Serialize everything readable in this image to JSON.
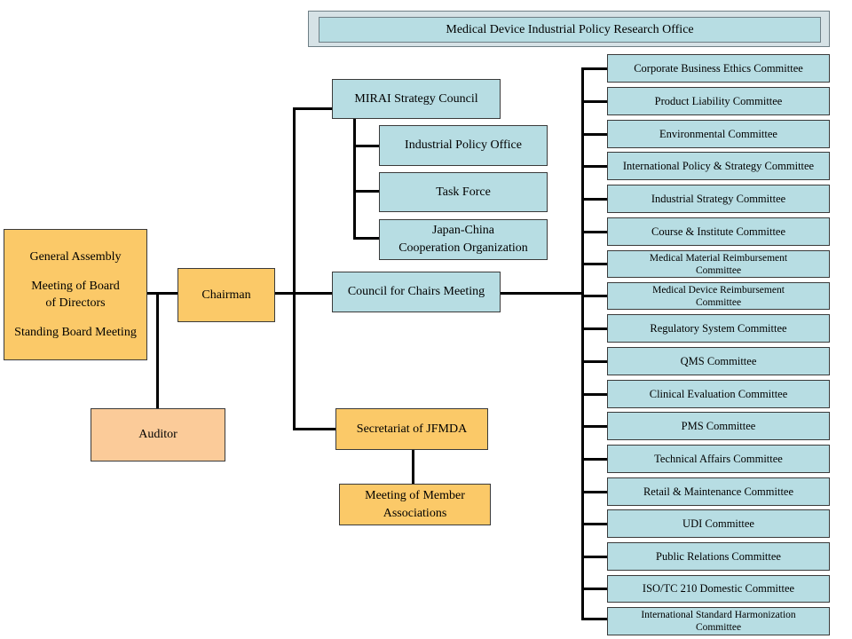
{
  "banner": "Medical Device Industrial Policy Research Office",
  "governance": {
    "line1": "General Assembly",
    "line2a": "Meeting of Board",
    "line2b": "of Directors",
    "line3": "Standing Board Meeting"
  },
  "auditor": "Auditor",
  "chairman": "Chairman",
  "mirai": "MIRAI Strategy Council",
  "mirai_children": {
    "industrial_policy_office": "Industrial Policy Office",
    "task_force": "Task Force",
    "japan_china_a": "Japan-China",
    "japan_china_b": "Cooperation Organization"
  },
  "council": "Council for Chairs Meeting",
  "secretariat": "Secretariat of JFMDA",
  "member_assoc_a": "Meeting of Member",
  "member_assoc_b": "Associations",
  "committees": [
    "Corporate Business Ethics Committee",
    "Product Liability Committee",
    "Environmental Committee",
    "International Policy & Strategy Committee",
    "Industrial Strategy Committee",
    "Course & Institute Committee",
    "Medical Material Reimbursement Committee",
    "Medical Device Reimbursement Committee",
    "Regulatory System Committee",
    "QMS Committee",
    "Clinical Evaluation Committee",
    "PMS Committee",
    "Technical Affairs Committee",
    "Retail & Maintenance Committee",
    "UDI Committee",
    "Public Relations Committee",
    "ISO/TC 210 Domestic Committee",
    "International Standard Harmonization Committee"
  ],
  "colors": {
    "blue_box": "#b7dde3",
    "orange_box": "#fbc968",
    "peach_box": "#fbcb99",
    "connector": "#000000"
  }
}
